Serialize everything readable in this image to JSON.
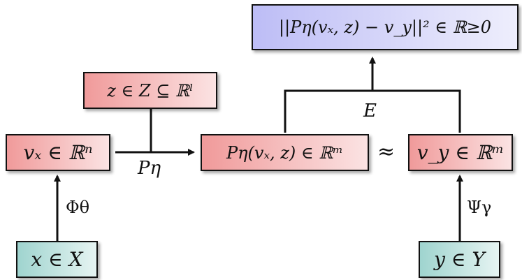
{
  "boxes": {
    "x_in_X": "x ∈ X",
    "y_in_Y": "y ∈ Y",
    "vx": "vₓ ∈ ℝⁿ",
    "z_in_Z": "z ∈ Z ⊆ ℝˡ",
    "P_eta": "Pη(vₓ, z) ∈ ℝᵐ",
    "vy": "v_y ∈ ℝᵐ",
    "loss": "||Pη(vₓ, z) − v_y||² ∈ ℝ≥0"
  },
  "labels": {
    "phi": "Φθ",
    "psi": "Ψγ",
    "p_eta": "Pη",
    "E": "E",
    "approx": "≈"
  },
  "colors": {
    "red_start": "#f09a9a",
    "red_end": "#fbe3e3",
    "green_start": "#9fd4cf",
    "blue_start": "#bdbdf6",
    "stroke": "#111111"
  }
}
